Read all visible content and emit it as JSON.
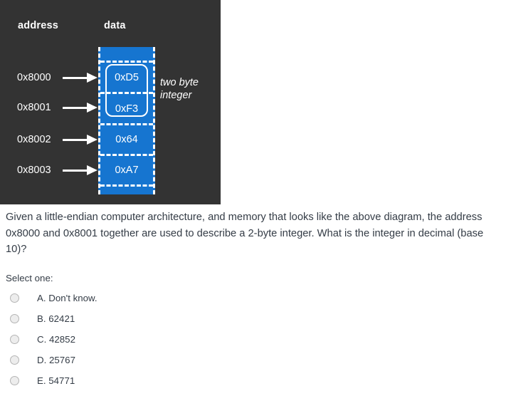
{
  "diagram": {
    "headers": {
      "address": "address",
      "data": "data"
    },
    "rows": [
      {
        "address": "0x8000",
        "value": "0xD5"
      },
      {
        "address": "0x8001",
        "value": "0xF3"
      },
      {
        "address": "0x8002",
        "value": "0x64"
      },
      {
        "address": "0x8003",
        "value": "0xA7"
      }
    ],
    "annotation": "two byte integer",
    "colors": {
      "panel_background": "#333333",
      "memory_cell": "#1675D0",
      "outline": "#ffffff"
    }
  },
  "question": {
    "text": "Given a little-endian computer architecture, and memory that looks like the above diagram, the address 0x8000 and 0x8001 together are used to describe a 2-byte integer. What is the integer in decimal (base 10)?",
    "select_prompt": "Select one:"
  },
  "answers": [
    {
      "label": "A. Don't know."
    },
    {
      "label": "B. 62421"
    },
    {
      "label": "C. 42852"
    },
    {
      "label": "D. 25767"
    },
    {
      "label": "E. 54771"
    }
  ]
}
